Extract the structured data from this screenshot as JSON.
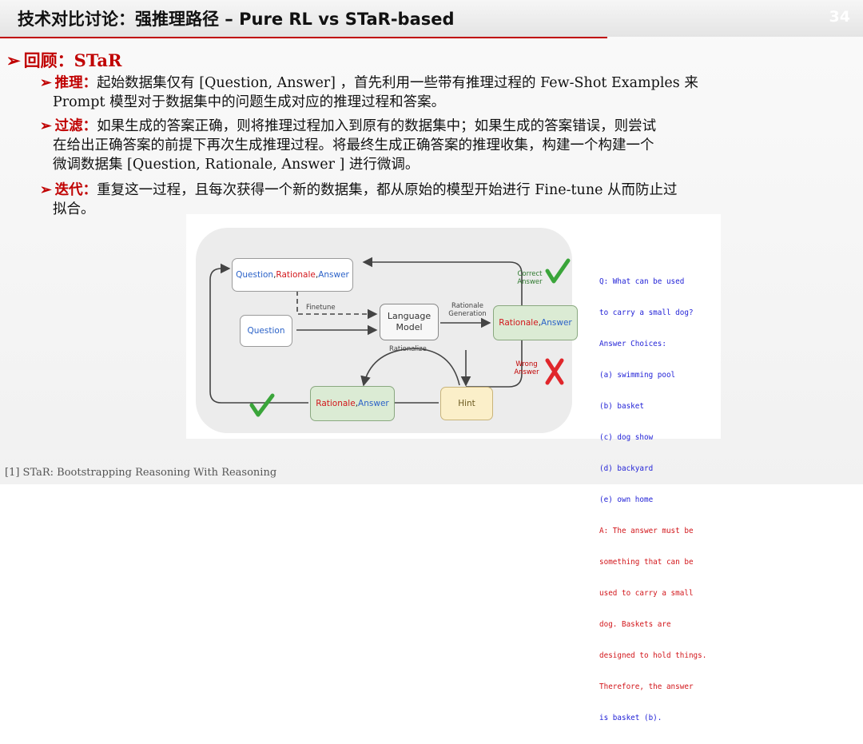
{
  "header": {
    "title": "技术对比讨论：强推理路径 – Pure RL vs STaR-based",
    "page_number": "34"
  },
  "section": {
    "label": "回顾：STaR"
  },
  "bullets": [
    {
      "keyword": "推理：",
      "line1": "起始数据集仅有 [Question, Answer] ，首先利用一些带有推理过程的 Few-Shot Examples 来",
      "line2": "Prompt 模型对于数据集中的问题生成对应的推理过程和答案。"
    },
    {
      "keyword": "过滤：",
      "line1": "如果生成的答案正确，则将推理过程加入到原有的数据集中；如果生成的答案错误，则尝试",
      "line2": "在给出正确答案的前提下再次生成推理过程。将最终生成正确答案的推理收集，构建一个构建一个",
      "line3": "微调数据集 [Question, Rationale, Answer ] 进行微调。"
    },
    {
      "keyword": "迭代：",
      "line1": "重复这一过程，且每次获得一个新的数据集，都从原始的模型开始进行 Fine-tune 从而防止过",
      "line2": "拟合。"
    }
  ],
  "diagram": {
    "qra_box": {
      "question": "Question",
      "sep1": ", ",
      "rationale": "Rationale",
      "sep2": ", ",
      "answer": "Answer"
    },
    "question_box": "Question",
    "language_model": "Language Model",
    "gen_box": {
      "rationale": "Rationale",
      "sep": ", ",
      "answer": "Answer"
    },
    "ra_box": {
      "rationale": "Rationale",
      "sep": ", ",
      "answer": "Answer"
    },
    "hint_box": "Hint",
    "labels": {
      "finetune": "Finetune",
      "rationale_generation_1": "Rationale",
      "rationale_generation_2": "Generation",
      "rationalize": "Rationalize",
      "correct_1": "Correct",
      "correct_2": "Answer",
      "wrong_1": "Wrong",
      "wrong_2": "Answer"
    },
    "colors": {
      "blue": "#2b62c8",
      "red": "#d2161b",
      "green_check": "#3aa53a",
      "red_x": "#e0262b"
    }
  },
  "example": {
    "question_lines": [
      "Q: What can be used",
      "to carry a small dog?",
      "Answer Choices:",
      "(a) swimming pool",
      "(b) basket",
      "(c) dog show",
      "(d) backyard",
      "(e) own home"
    ],
    "answer_lines": [
      "A: The answer must be",
      "something that can be",
      "used to carry a small",
      "dog. Baskets are",
      "designed to hold things.",
      "Therefore, the answer"
    ],
    "final_line": "is basket (b)."
  },
  "footnote": "[1] STaR: Bootstrapping Reasoning With Reasoning"
}
